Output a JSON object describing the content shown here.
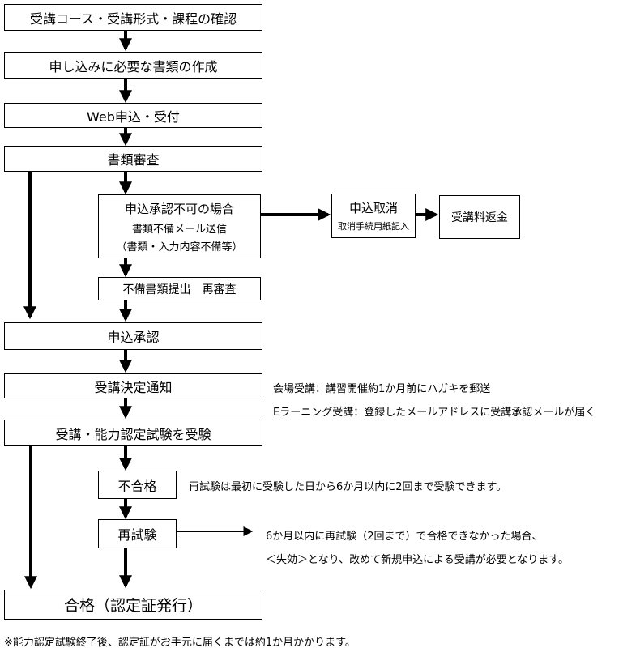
{
  "steps": {
    "confirm": "受講コース・受講形式・課程の確認",
    "documents": "申し込みに必要な書類の作成",
    "web_apply": "Web申込・受付",
    "review": "書類審査",
    "reject_title": "申込承認不可の場合",
    "reject_line1": "書類不備メール送信",
    "reject_line2": "（書類・入力内容不備等）",
    "resubmit": "不備書類提出　再審査",
    "approval": "申込承認",
    "decision": "受講決定通知",
    "exam": "受講・能力認定試験を受験",
    "fail": "不合格",
    "retest": "再試験",
    "pass": "合格（認定証発行）",
    "cancel_title": "申込取消",
    "cancel_sub": "取消手続用紙記入",
    "refund": "受講料返金"
  },
  "notes": {
    "venue": "会場受講：講習開催約1か月前にハガキを郵送",
    "elearning": "Eラーニング受講：登録したメールアドレスに受講承認メールが届く",
    "retest_rule": "再試験は最初に受験した日から6か月以内に2回まで受験できます。",
    "expire_1": "6か月以内に再試験（2回まで）で合格できなかった場合、",
    "expire_2": "＜失効＞となり、改めて新規申込による受講が必要となります。",
    "footer": "※能力認定試験終了後、認定証がお手元に届くまでは約1か月かかります。"
  }
}
